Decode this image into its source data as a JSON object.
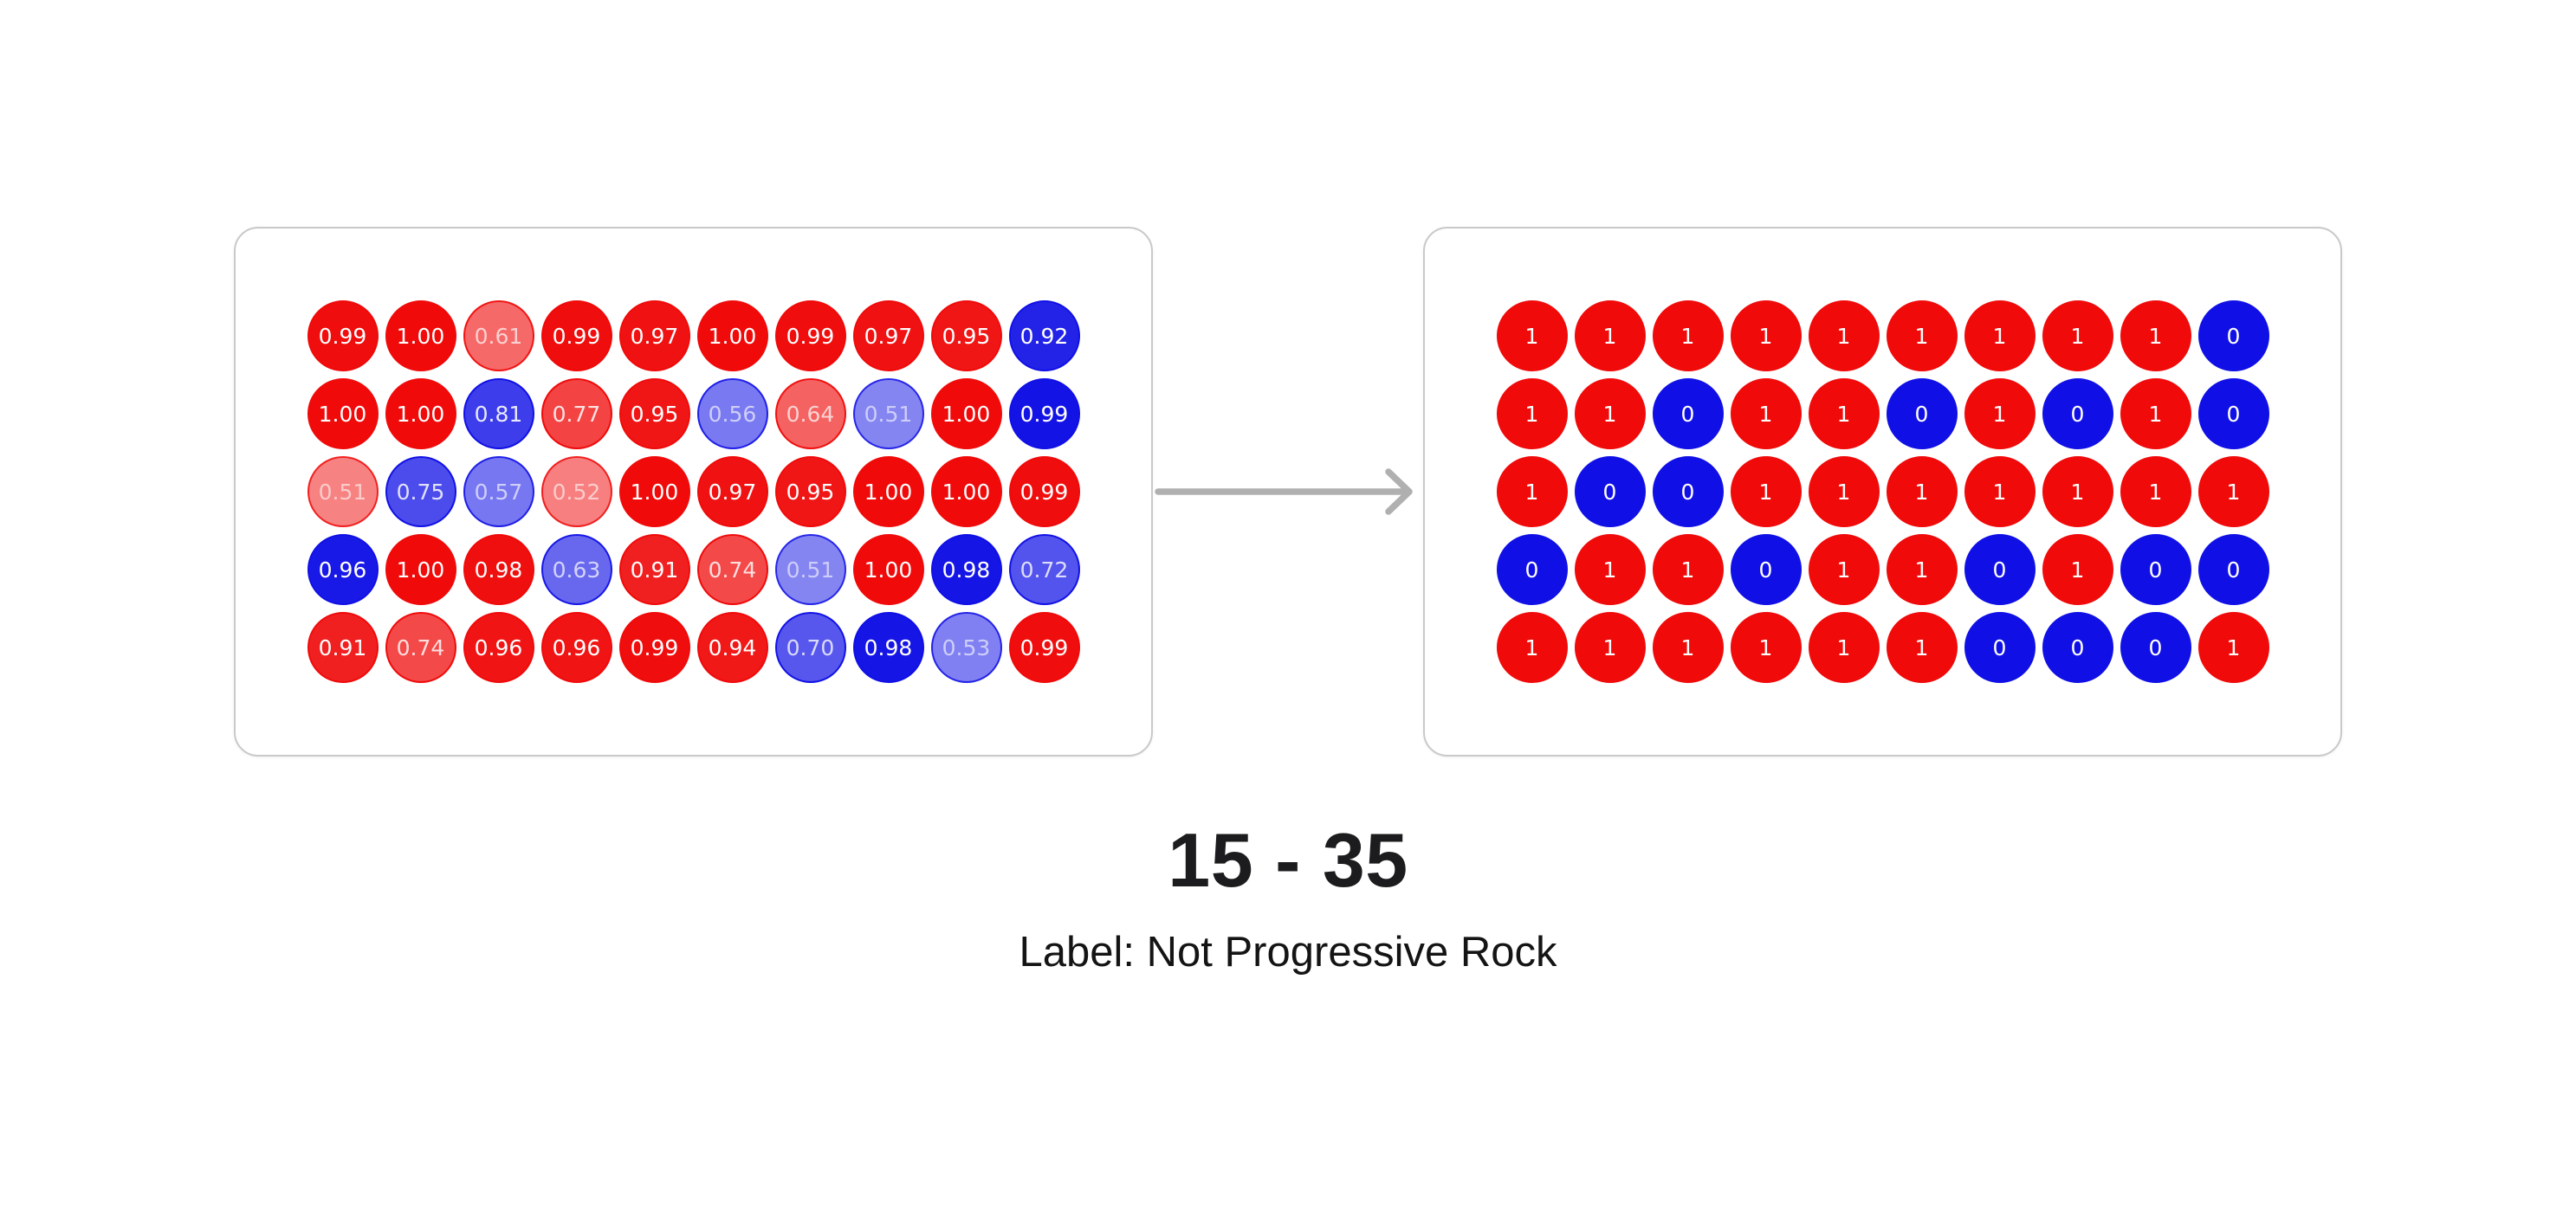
{
  "title": {
    "text": "15 - 35"
  },
  "subtitle": {
    "text": "Label: Not Progressive Rock"
  },
  "colors": {
    "red": "#f00a0a",
    "blue": "#1010e6",
    "panel_border": "#c9c9c9",
    "arrow": "#b0b0b0",
    "title_text": "#1c1c1e",
    "subtitle_text": "#141414",
    "circle_text": "#ffffff"
  },
  "icons": {
    "arrow_right": "right-arrow"
  },
  "chart_data": [
    {
      "type": "heatmap",
      "name": "probability-grid",
      "rows": 5,
      "cols": 10,
      "decimals": 2,
      "opacity_from_value": true,
      "legend": "red = class 1, blue = class 0, opacity proportional to confidence value",
      "values": [
        [
          0.99,
          1.0,
          0.61,
          0.99,
          0.97,
          1.0,
          0.99,
          0.97,
          0.95,
          0.92
        ],
        [
          1.0,
          1.0,
          0.81,
          0.77,
          0.95,
          0.56,
          0.64,
          0.51,
          1.0,
          0.99
        ],
        [
          0.51,
          0.75,
          0.57,
          0.52,
          1.0,
          0.97,
          0.95,
          1.0,
          1.0,
          0.99
        ],
        [
          0.96,
          1.0,
          0.98,
          0.63,
          0.91,
          0.74,
          0.51,
          1.0,
          0.98,
          0.72
        ],
        [
          0.91,
          0.74,
          0.96,
          0.96,
          0.99,
          0.94,
          0.7,
          0.98,
          0.53,
          0.99
        ]
      ],
      "classes": [
        "rrrrrrrrrb",
        "rrbrrbrbrb",
        "rbbrrrrrrr",
        "brrbrrbrbb",
        "rrrrrrbbbr"
      ]
    },
    {
      "type": "heatmap",
      "name": "binary-grid",
      "rows": 5,
      "cols": 10,
      "decimals": 0,
      "opacity_from_value": false,
      "legend": "red = 1, blue = 0, full opacity",
      "values": [
        [
          1,
          1,
          1,
          1,
          1,
          1,
          1,
          1,
          1,
          0
        ],
        [
          1,
          1,
          0,
          1,
          1,
          0,
          1,
          0,
          1,
          0
        ],
        [
          1,
          0,
          0,
          1,
          1,
          1,
          1,
          1,
          1,
          1
        ],
        [
          0,
          1,
          1,
          0,
          1,
          1,
          0,
          1,
          0,
          0
        ],
        [
          1,
          1,
          1,
          1,
          1,
          1,
          0,
          0,
          0,
          1
        ]
      ],
      "classes": [
        "rrrrrrrrrb",
        "rrbrrbrbrb",
        "rbbrrrrrrr",
        "brrbrrbrbb",
        "rrrrrrbbbr"
      ]
    }
  ]
}
